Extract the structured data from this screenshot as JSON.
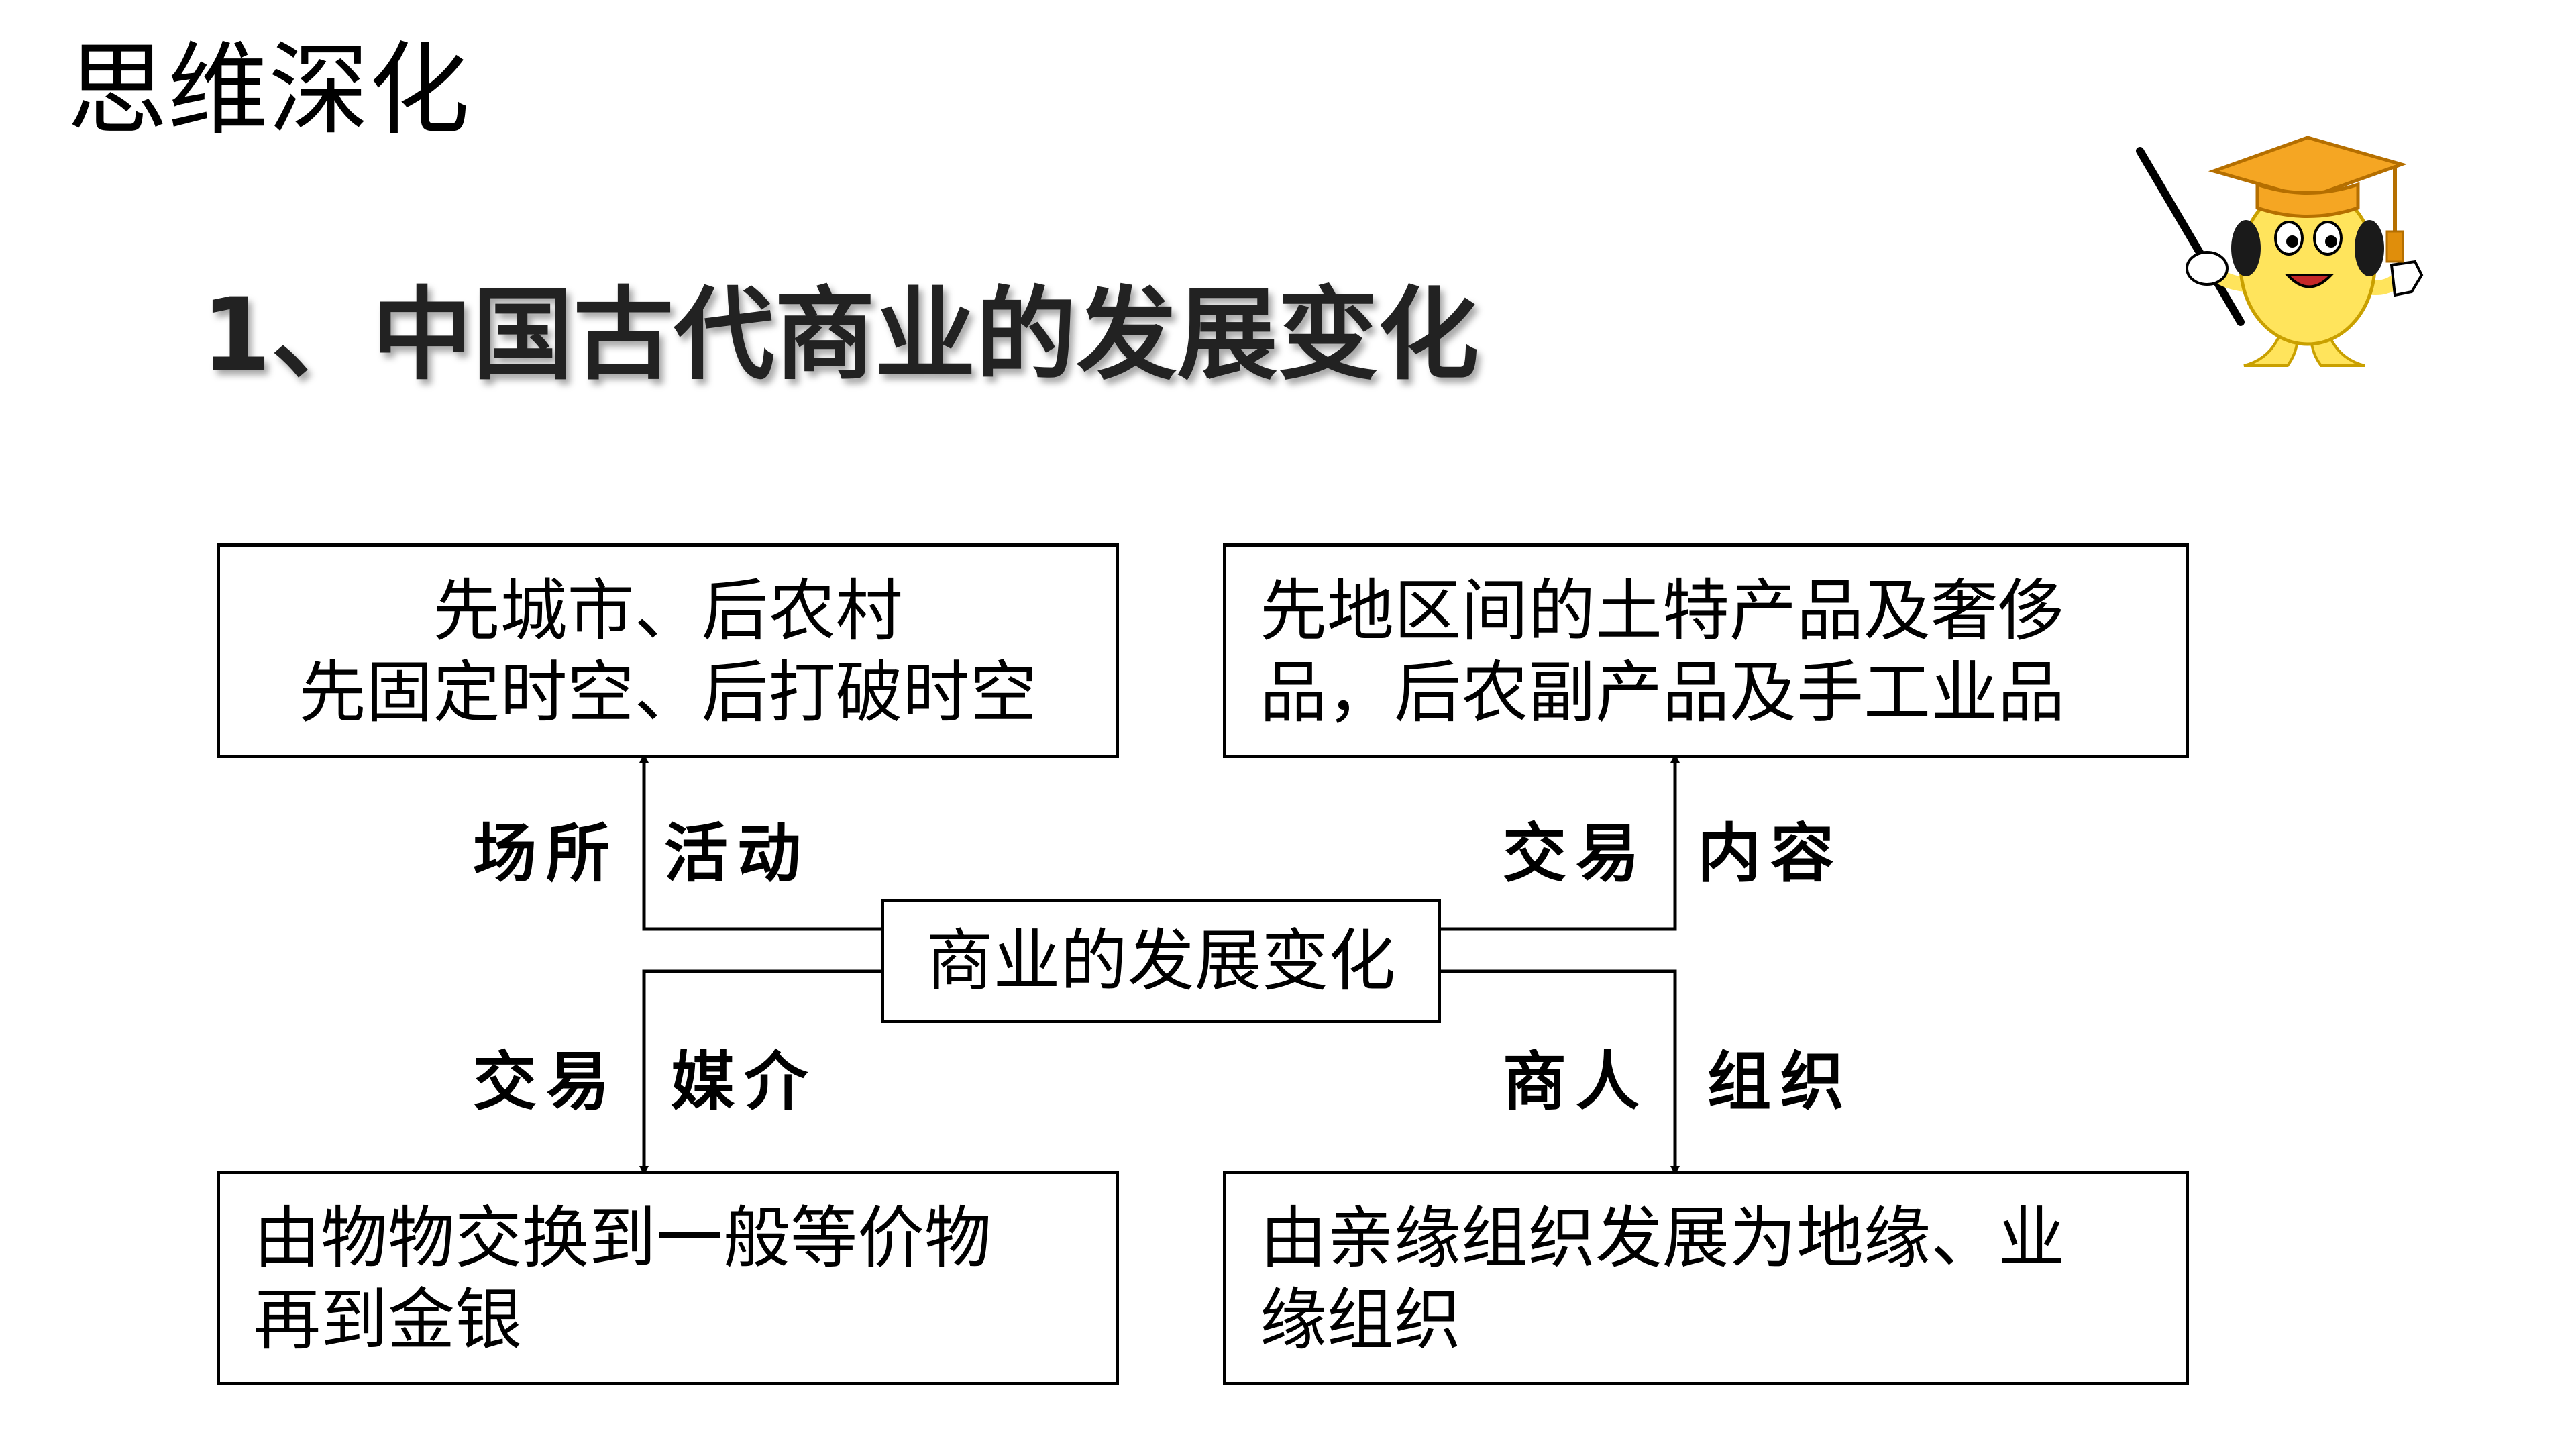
{
  "header": {
    "section_heading": "思维深化",
    "slide_title": "1、中国古代商业的发展变化"
  },
  "diagram": {
    "center": "商业的发展变化",
    "nodes": {
      "venue": {
        "lines": [
          "先城市、后农村",
          "先固定时空、后打破时空"
        ]
      },
      "goods": {
        "lines": [
          "先地区间的土特产品及奢侈",
          "品，后农副产品及手工业品"
        ]
      },
      "medium": {
        "lines": [
          "由物物交换到一般等价物",
          "再到金银"
        ]
      },
      "organization": {
        "lines": [
          "由亲缘组织发展为地缘、业",
          "缘组织"
        ]
      }
    },
    "edge_labels": {
      "venue_left": "场所",
      "venue_right": "活动",
      "goods_left": "交易",
      "goods_right": "内容",
      "medium_left": "交易",
      "medium_right": "媒介",
      "org_left": "商人",
      "org_right": "组织"
    }
  },
  "decoration": {
    "mascot": "graduate-teacher-mascot-icon",
    "colors": {
      "cap": "#F5A623",
      "face": "#FFE45C"
    }
  }
}
